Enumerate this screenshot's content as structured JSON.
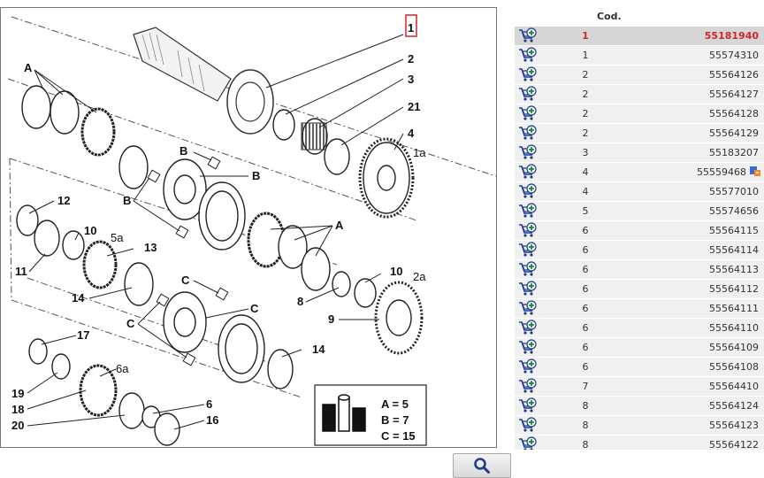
{
  "table": {
    "header_code": "Cod.",
    "rows": [
      {
        "qty": "1",
        "code": "55181940",
        "selected": true
      },
      {
        "qty": "1",
        "code": "55574310"
      },
      {
        "qty": "2",
        "code": "55564126"
      },
      {
        "qty": "2",
        "code": "55564127"
      },
      {
        "qty": "2",
        "code": "55564128"
      },
      {
        "qty": "2",
        "code": "55564129"
      },
      {
        "qty": "3",
        "code": "55183207"
      },
      {
        "qty": "4",
        "code": "55559468",
        "badge": "replacement-icon"
      },
      {
        "qty": "4",
        "code": "55577010"
      },
      {
        "qty": "5",
        "code": "55574656"
      },
      {
        "qty": "6",
        "code": "55564115"
      },
      {
        "qty": "6",
        "code": "55564114"
      },
      {
        "qty": "6",
        "code": "55564113"
      },
      {
        "qty": "6",
        "code": "55564112"
      },
      {
        "qty": "6",
        "code": "55564111"
      },
      {
        "qty": "6",
        "code": "55564110"
      },
      {
        "qty": "6",
        "code": "55564109"
      },
      {
        "qty": "6",
        "code": "55564108"
      },
      {
        "qty": "7",
        "code": "55564410"
      },
      {
        "qty": "8",
        "code": "55564124"
      },
      {
        "qty": "8",
        "code": "55564123"
      },
      {
        "qty": "8",
        "code": "55564122"
      }
    ]
  },
  "diagram": {
    "labels": [
      "1",
      "2",
      "3",
      "21",
      "4",
      "1a",
      "A",
      "B",
      "B",
      "B",
      "12",
      "11",
      "10",
      "5a",
      "13",
      "14",
      "A",
      "10",
      "2a",
      "8",
      "9",
      "C",
      "C",
      "C",
      "17",
      "6a",
      "19",
      "18",
      "20",
      "6",
      "16",
      "14"
    ],
    "legend": {
      "a": "A = 5",
      "b": "B = 7",
      "c": "C = 15"
    }
  },
  "icons": {
    "cart": "cart-add-icon",
    "zoom": "magnifier-icon"
  },
  "colors": {
    "selected_text": "#d0262a",
    "row_bg": "#f0f0f0",
    "selected_bg": "#d6d6d6",
    "cart_green": "#1b8f3a",
    "cart_blue": "#1e3d8f"
  }
}
